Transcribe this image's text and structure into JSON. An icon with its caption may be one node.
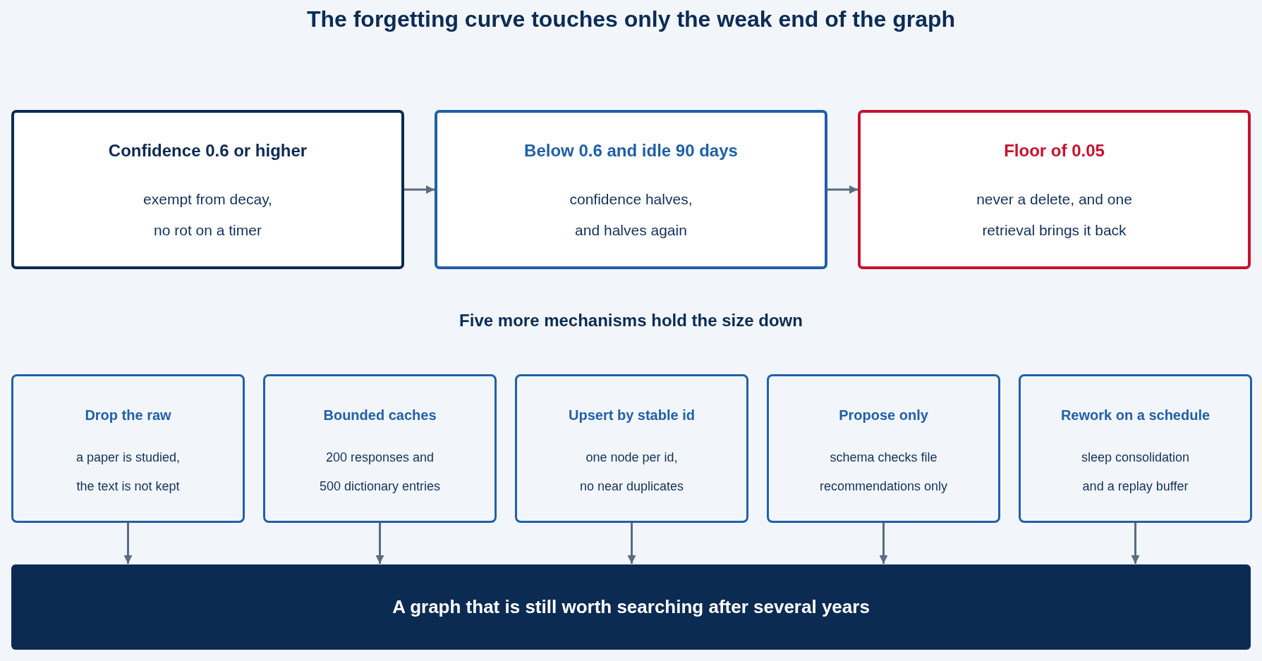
{
  "diagram": {
    "title": "The forgetting curve touches only the weak end of the graph",
    "nodes": [
      {
        "text": [
          "Confidence 0.6 or higher",
          "exempt from decay, no rot on a timer"
        ]
      },
      {
        "text": [
          "Below 0.6 and idle 90 days",
          "confidence halves, and halves again"
        ]
      },
      {
        "text": [
          "Floor of 0.05",
          "never a delete, and one retrieval brings it back"
        ]
      },
      {
        "text": [
          "Drop the raw",
          "a paper is studied, the text is not kept"
        ]
      },
      {
        "text": [
          "Bounded caches",
          "200 responses and 500 dictionary entries"
        ]
      },
      {
        "text": [
          "Upsert by stable id",
          "one node per id, no near duplicates"
        ]
      },
      {
        "text": [
          "Propose only",
          "schema checks file recommendations only"
        ]
      },
      {
        "text": [
          "Rework on a schedule",
          "sleep consolidation and a replay buffer"
        ]
      },
      {
        "text": [
          "A graph that is still worth searching after several years"
        ]
      }
    ],
    "edges": [
      {
        "from": 0,
        "to": 1,
        "arrow": "to"
      },
      {
        "from": 1,
        "to": 2,
        "arrow": "to"
      },
      {
        "from": 3,
        "to": 8,
        "arrow": "to"
      },
      {
        "from": 4,
        "to": 8,
        "arrow": "to"
      },
      {
        "from": 5,
        "to": 8,
        "arrow": "to"
      },
      {
        "from": 6,
        "to": 8,
        "arrow": "to"
      },
      {
        "from": 7,
        "to": 8,
        "arrow": "to"
      }
    ],
    "labels": [
      "Five more mechanisms hold the size down"
    ]
  }
}
